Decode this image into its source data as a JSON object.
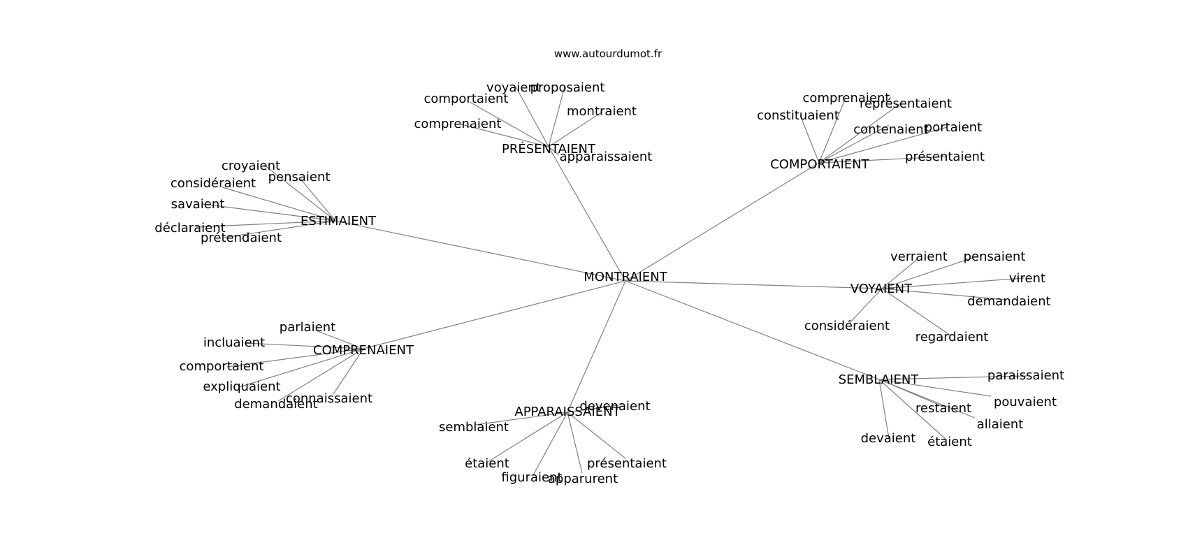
{
  "site": "www.autourdumot.fr",
  "root": "MONTRAIENT",
  "clusters": [
    {
      "hub": "PRÉSENTAIENT",
      "leaves": [
        "voyaient",
        "proposaient",
        "comportaient",
        "montraient",
        "comprenaient",
        "apparaissaient"
      ]
    },
    {
      "hub": "COMPORTAIENT",
      "leaves": [
        "comprenaient",
        "représentaient",
        "constituaient",
        "contenaient",
        "portaient",
        "présentaient"
      ]
    },
    {
      "hub": "ESTIMAIENT",
      "leaves": [
        "croyaient",
        "pensaient",
        "considéraient",
        "savaient",
        "déclaraient",
        "prétendaient"
      ]
    },
    {
      "hub": "VOYAIENT",
      "leaves": [
        "verraient",
        "pensaient",
        "virent",
        "demandaient",
        "considéraient",
        "regardaient"
      ]
    },
    {
      "hub": "COMPRENAIENT",
      "leaves": [
        "parlaient",
        "incluaient",
        "comportaient",
        "expliquaient",
        "demandaient",
        "connaissaient"
      ]
    },
    {
      "hub": "SEMBLAIENT",
      "leaves": [
        "paraissaient",
        "pouvaient",
        "restaient",
        "allaient",
        "devaient",
        "étaient"
      ]
    },
    {
      "hub": "APPARAISSAIENT",
      "leaves": [
        "devenaient",
        "semblaient",
        "étaient",
        "présentaient",
        "figuraient",
        "apparurent"
      ]
    }
  ]
}
